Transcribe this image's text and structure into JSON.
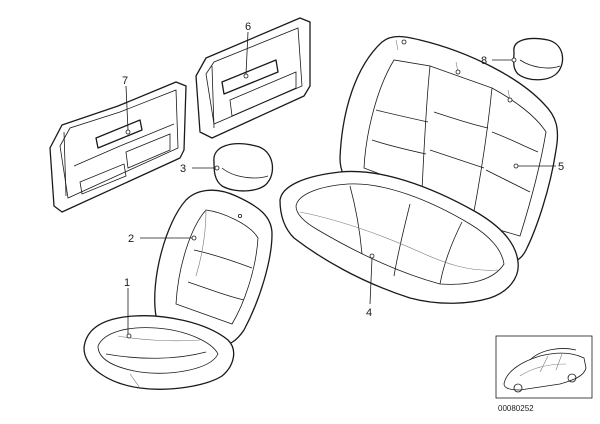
{
  "callouts": {
    "c1": "1",
    "c2": "2",
    "c3": "3",
    "c4": "4",
    "c5": "5",
    "c6": "6",
    "c7": "7",
    "c8": "8"
  },
  "reference_code": "00080252",
  "colors": {
    "line": "#1a1a1a",
    "background": "#ffffff"
  }
}
